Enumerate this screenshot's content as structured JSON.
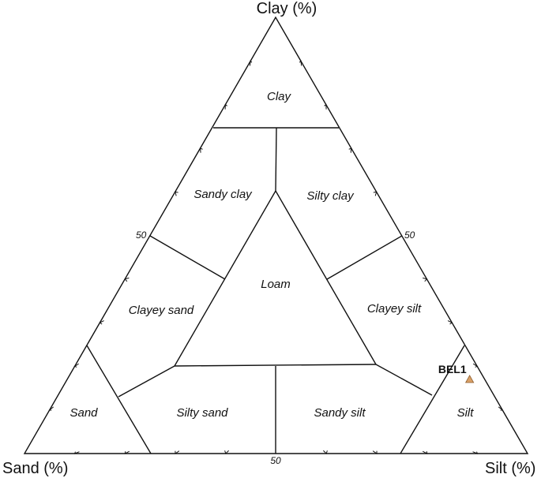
{
  "vertices": {
    "top": "Clay (%)",
    "left": "Sand (%)",
    "right": "Silt (%)"
  },
  "ticks": {
    "left": "50",
    "right": "50",
    "bottom": "50"
  },
  "regions": [
    {
      "id": "clay",
      "label": "Clay"
    },
    {
      "id": "sandy-clay",
      "label": "Sandy clay"
    },
    {
      "id": "silty-clay",
      "label": "Silty clay"
    },
    {
      "id": "loam",
      "label": "Loam"
    },
    {
      "id": "clayey-sand",
      "label": "Clayey sand"
    },
    {
      "id": "clayey-silt",
      "label": "Clayey silt"
    },
    {
      "id": "sand",
      "label": "Sand"
    },
    {
      "id": "silty-sand",
      "label": "Silty sand"
    },
    {
      "id": "sandy-silt",
      "label": "Sandy silt"
    },
    {
      "id": "silt",
      "label": "Silt"
    }
  ],
  "samples": [
    {
      "label": "BEL1",
      "color": "#d9a066",
      "clay": 17,
      "sand": 3,
      "silt": 80
    }
  ]
}
